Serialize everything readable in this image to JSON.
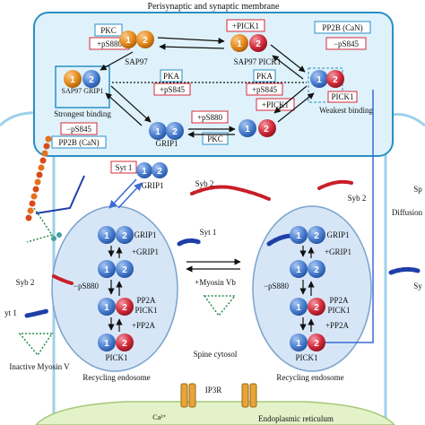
{
  "colors": {
    "membrane_fill": "#dff2fb",
    "membrane_stroke": "#2a8fc4",
    "endosome_fill": "#d6e6f7",
    "protein_blue": "#4a7fd0",
    "protein_red": "#d42a3a",
    "protein_orange": "#e68a1c",
    "box_red": "#d42a3a",
    "box_blue": "#2a8fc4",
    "arrow_blue": "#3a6ad8",
    "er_fill": "#e3f2c8",
    "syb_red": "#c81e28",
    "myosin_blue": "#1f3fa8"
  },
  "texts": {
    "title": "Perisynaptic and synaptic membrane",
    "pkc_top": "PKC",
    "ps880_top": "+pS880",
    "pick1_top": "+PICK1",
    "pp2b_top": "PP2B (CaN)",
    "ps845_minus_top": "−pS845",
    "sap97_left": "SAP97",
    "sap97_pick1": "SAP97 PICK1",
    "sap97_grip1": "SAP97 GRIP1",
    "strongest": "Strongest binding",
    "pka_mid": "PKA",
    "ps845_plus_mid": "+pS845",
    "pka_right": "PKA",
    "ps845_plus_right": "+pS845",
    "pick1_boxed": "PICK1",
    "weakest": "Weakest binding",
    "ps845_minus_left": "−pS845",
    "pp2b_left": "PP2B (CaN)",
    "grip1_center": "GRIP1",
    "ps880_center": "+pS880",
    "pick1_center": "+PICK1",
    "pkc_center": "PKC",
    "syt1_top": "Syt 1",
    "grip1_syt": "GRIP1",
    "syb2_top": "Syb 2",
    "syb2_right": "Syb 2",
    "sp_cut": "Sp",
    "diffusion": "Diffusion",
    "syt1_mid": "Syt 1",
    "myosin_vb": "+Myosin Vb",
    "syb2_left": "Syb 2",
    "syt1_left": "yt 1",
    "sy_cut": "Sy",
    "inactive_myosin": "Inactive Myosin V",
    "spine_cytosol": "Spine cytosol",
    "ip3r": "IP3R",
    "ca": "Ca²⁺",
    "er": "Endoplasmic reticulum",
    "left_endo": {
      "grip1": "GRIP1",
      "plus_grip1": "+GRIP1",
      "minus_ps880": "−pS880",
      "pp2a": "PP2A",
      "pick1": "PICK1",
      "plus_pp2a": "+PP2A",
      "bottom_pick1": "PICK1",
      "name": "Recycling endosome"
    },
    "right_endo": {
      "grip1": "GRIP1",
      "plus_grip1": "+GRIP1",
      "minus_ps880": "−pS880",
      "pp2a": "PP2A",
      "pick1": "PICK1",
      "plus_pp2a": "+PP2A",
      "bottom_pick1": "PICK1",
      "name": "Recycling endosome"
    },
    "n1": "1",
    "n2": "2"
  }
}
